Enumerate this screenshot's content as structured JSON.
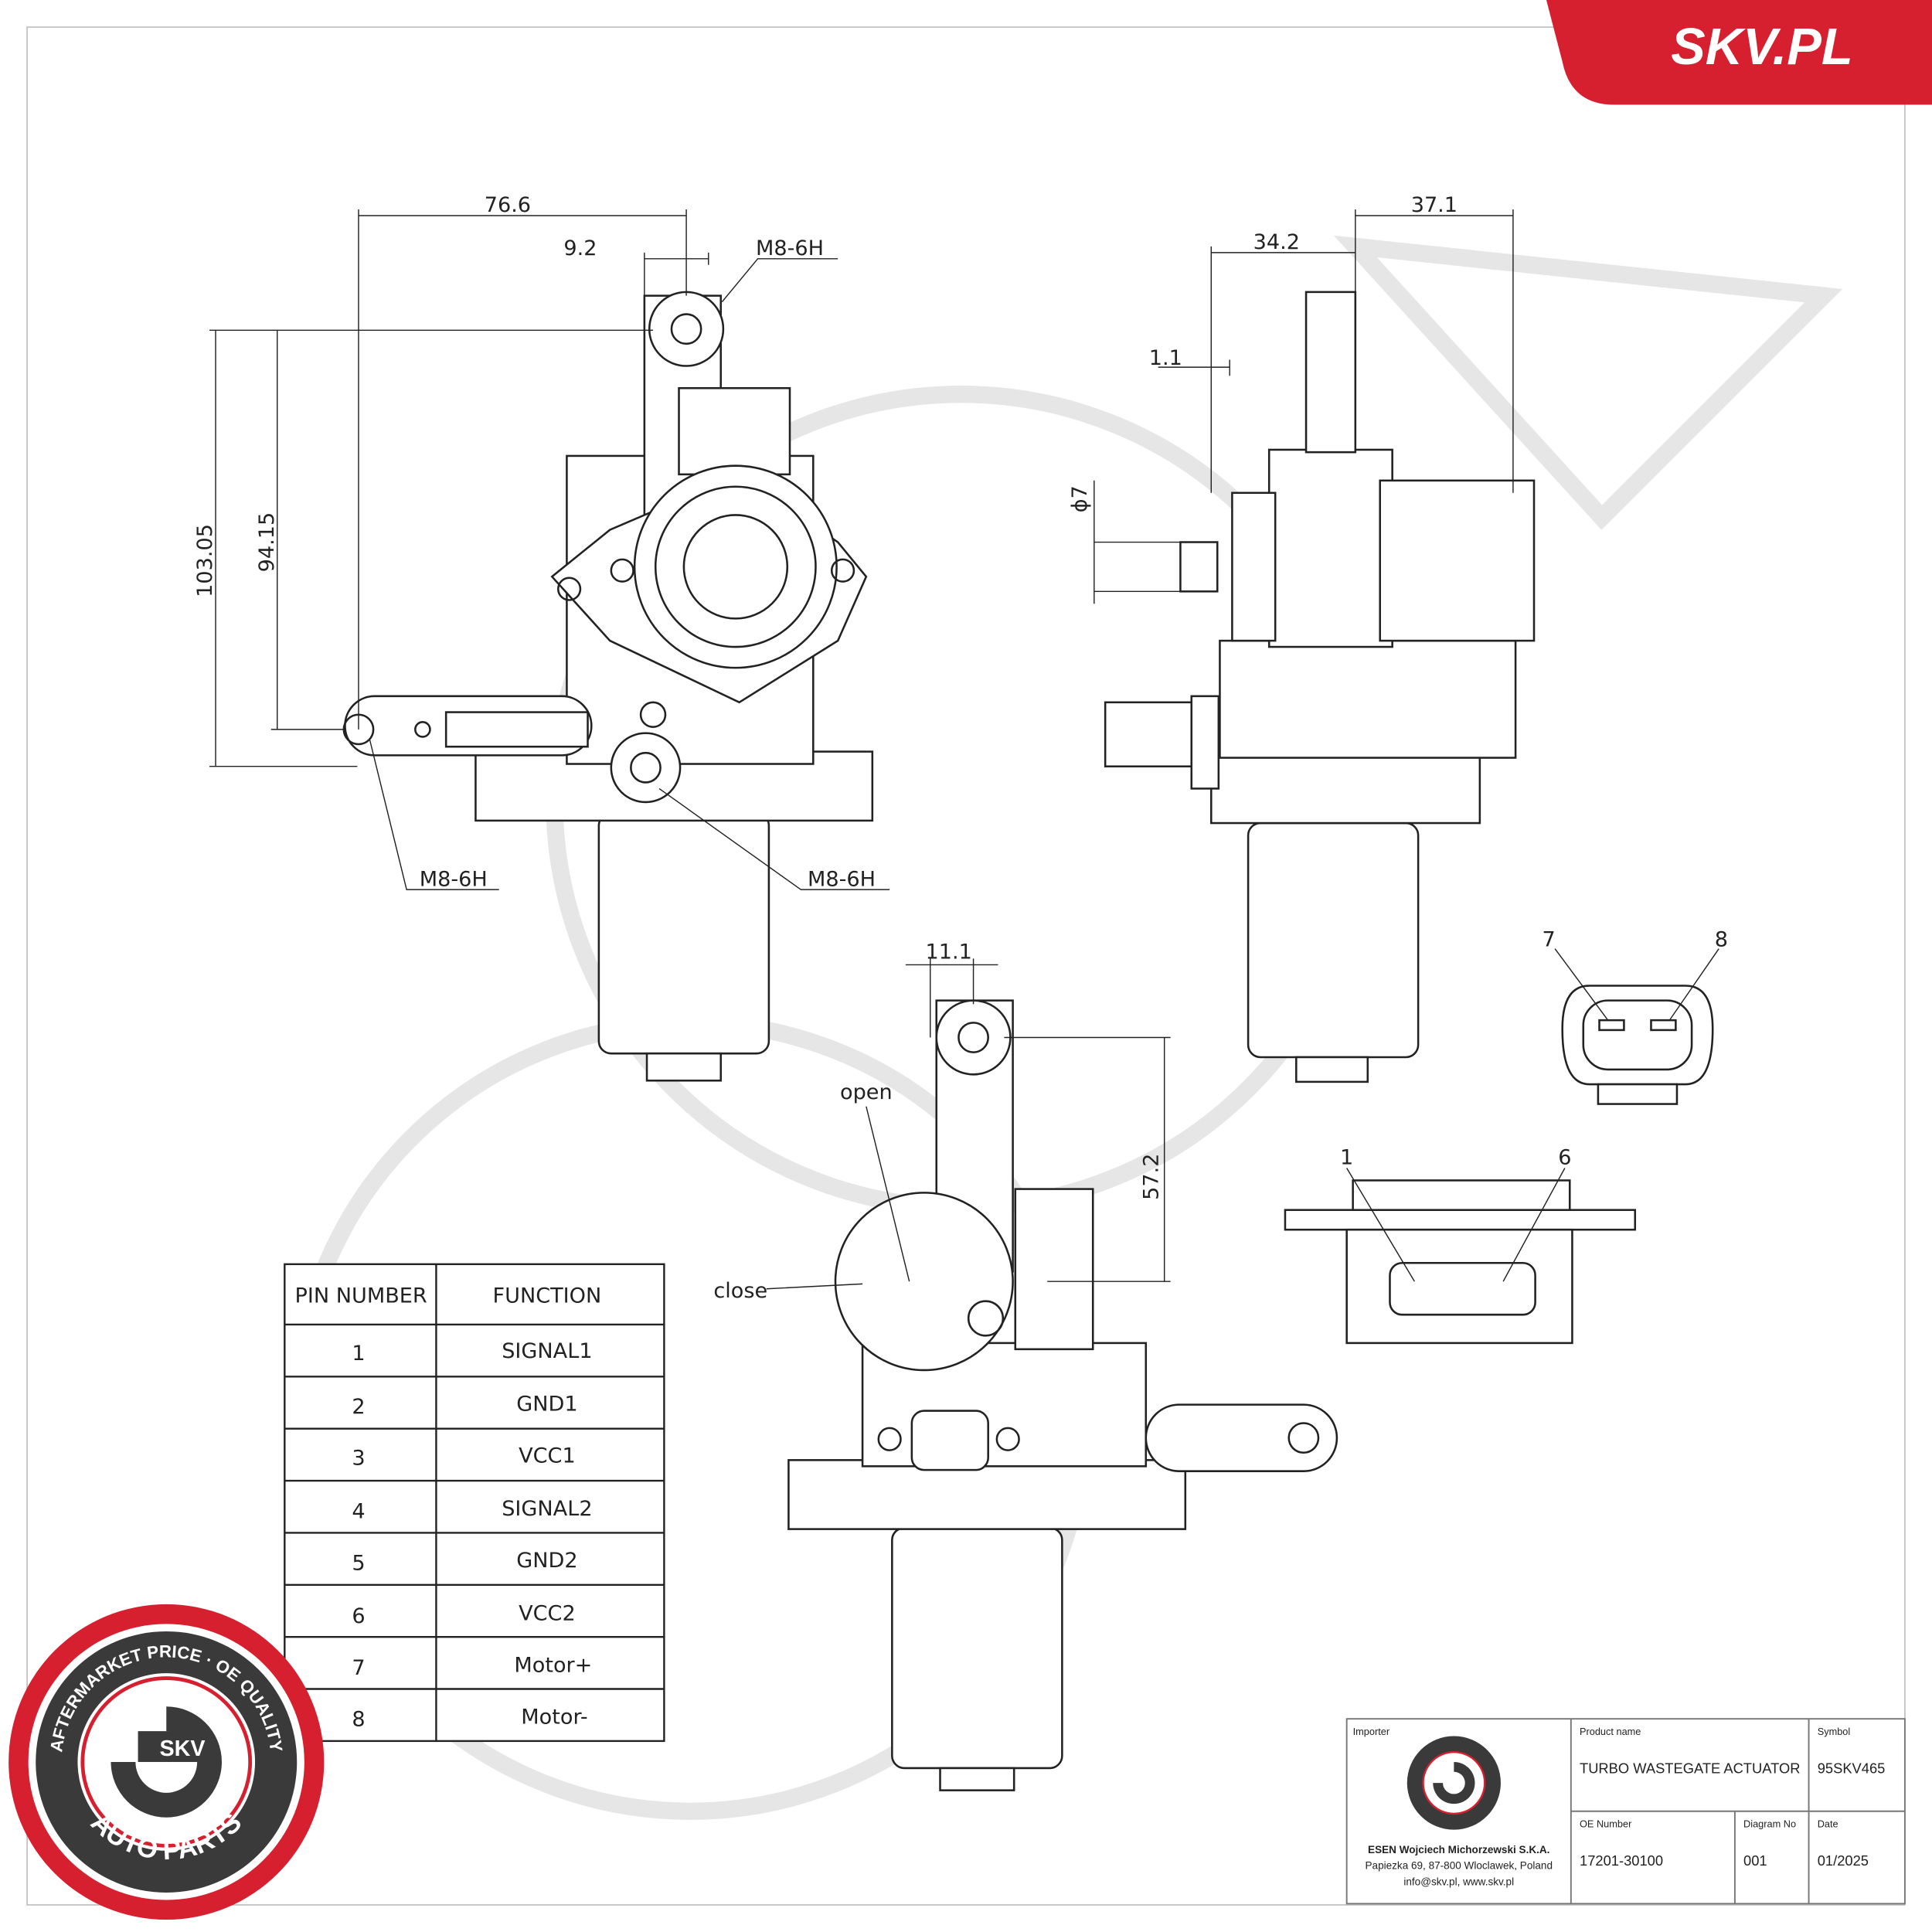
{
  "brand": {
    "logo_text": "SKV.PL",
    "color": "#d7202f"
  },
  "stamp": {
    "ring_text_top": "AFTERMARKET PRICE · OE QUALITY",
    "ring_text_bottom": "AUTO PARTS",
    "center": "SKV"
  },
  "dimensions": {
    "front": {
      "width_total": "76.6",
      "offset": "9.2",
      "thread_top": "M8-6H",
      "height_total": "103.05",
      "height_holes": "94.15",
      "thread_left": "M8-6H",
      "thread_right": "M8-6H"
    },
    "side": {
      "depth1": "37.1",
      "depth2": "34.2",
      "gap": "1.1",
      "diameter": "ϕ7"
    },
    "bottom": {
      "offset": "11.1",
      "length": "57.2",
      "open": "open",
      "close": "close"
    },
    "connector_pins": {
      "pin_a": "7",
      "pin_b": "8",
      "pin_c": "1",
      "pin_d": "6"
    }
  },
  "pin_table": {
    "headers": [
      "PIN NUMBER",
      "FUNCTION"
    ],
    "rows": [
      [
        "1",
        "SIGNAL1"
      ],
      [
        "2",
        "GND1"
      ],
      [
        "3",
        "VCC1"
      ],
      [
        "4",
        "SIGNAL2"
      ],
      [
        "5",
        "GND2"
      ],
      [
        "6",
        "VCC2"
      ],
      [
        "7",
        "Motor+"
      ],
      [
        "8",
        "Motor-"
      ]
    ]
  },
  "title_block": {
    "importer_label": "Importer",
    "importer_name": "ESEN Wojciech Michorzewski S.K.A.",
    "importer_address": "Papiezka 69, 87-800 Wloclawek, Poland",
    "importer_contact": "info@skv.pl, www.skv.pl",
    "product_label": "Product name",
    "product": "TURBO WASTEGATE ACTUATOR",
    "symbol_label": "Symbol",
    "symbol": "95SKV465",
    "oe_label": "OE Number",
    "oe": "17201-30100",
    "diagram_label": "Diagram No",
    "diagram": "001",
    "date_label": "Date",
    "date": "01/2025"
  }
}
